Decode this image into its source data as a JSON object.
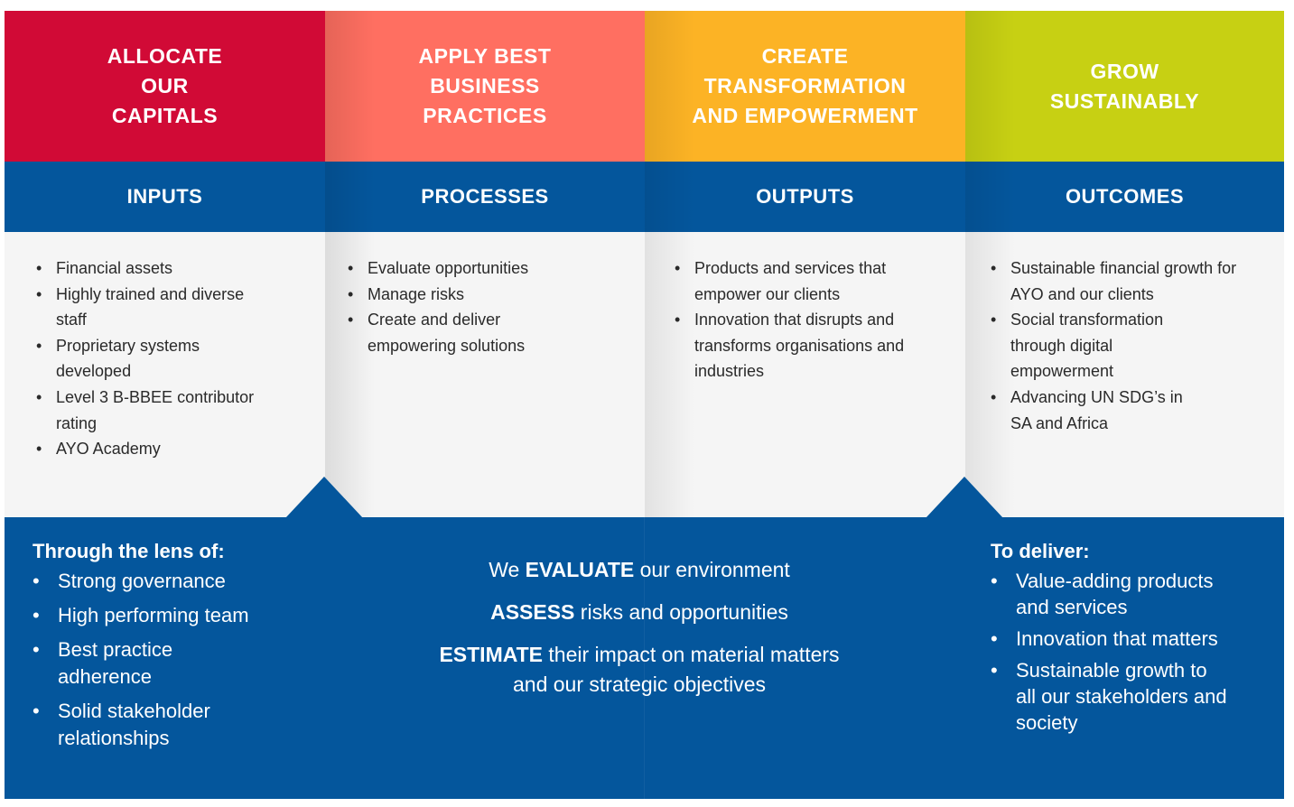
{
  "columns": [
    {
      "header": "ALLOCATE\nOUR\nCAPITALS",
      "color": "#d10a36",
      "stage": "INPUTS",
      "items": [
        "Financial assets",
        "Highly trained and diverse staff",
        "Proprietary systems developed",
        "Level 3 B-BBEE contributor rating",
        "AYO Academy"
      ]
    },
    {
      "header": "APPLY BEST\nBUSINESS\nPRACTICES",
      "color": "#ff6f61",
      "stage": "PROCESSES",
      "items": [
        "Evaluate opportunities",
        "Manage risks",
        "Create and deliver empowering solutions"
      ]
    },
    {
      "header": "CREATE\nTRANSFORMATION\nAND EMPOWERMENT",
      "color": "#fcb325",
      "stage": "OUTPUTS",
      "items": [
        "Products and services that empower our clients",
        "Innovation that disrupts and transforms organisations and industries"
      ]
    },
    {
      "header": "GROW\nSUSTAINABLY",
      "color": "#c7d013",
      "stage": "OUTCOMES",
      "items": [
        "Sustainable financial growth for AYO and our clients",
        "Social transformation through digital empowerment",
        "Advancing UN SDG’s in SA and Africa"
      ]
    }
  ],
  "bottom": {
    "background": "#04569c",
    "lens_title": "Through the lens of:",
    "lens_items": [
      "Strong governance",
      "High performing team",
      "Best practice adherence",
      "Solid stakeholder relationships"
    ],
    "center": [
      {
        "strong": "",
        "rest_a": "We ",
        "bold": "EVALUATE",
        "rest": " our environment"
      },
      {
        "rest_a": "",
        "bold": "ASSESS",
        "rest": " risks and opportunities"
      },
      {
        "rest_a": "",
        "bold": "ESTIMATE",
        "rest": " their impact on material matters and our strategic objectives"
      }
    ],
    "deliver_title": "To deliver:",
    "deliver_items": [
      "Value-adding products and services",
      "Innovation that matters",
      "Sustainable growth to all our stakeholders and society"
    ]
  }
}
